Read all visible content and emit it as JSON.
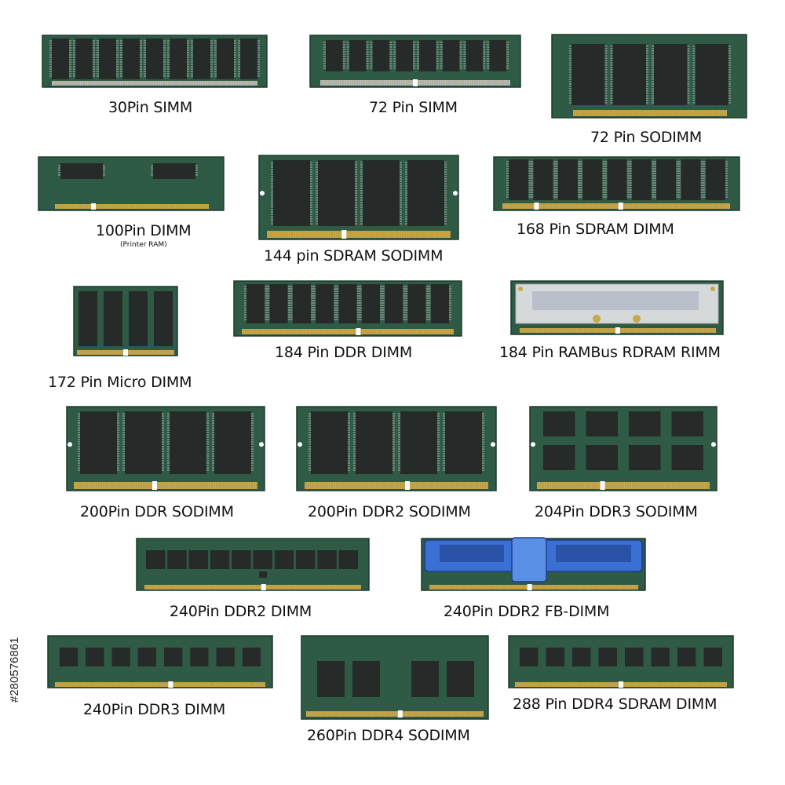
{
  "modules": [
    {
      "label": "30Pin SIMM"
    },
    {
      "label": "72 Pin SIMM"
    },
    {
      "label": "72 Pin SODIMM"
    },
    {
      "label": "100Pin DIMM",
      "sublabel": "(Printer RAM)"
    },
    {
      "label": "144 pin SDRAM SODIMM"
    },
    {
      "label": "168 Pin SDRAM DIMM"
    },
    {
      "label": "172 Pin Micro DIMM"
    },
    {
      "label": "184 Pin DDR DIMM"
    },
    {
      "label": "184 Pin RAMBus RDRAM RIMM"
    },
    {
      "label": "200Pin DDR SODIMM"
    },
    {
      "label": "200Pin DDR2 SODIMM"
    },
    {
      "label": "204Pin DDR3 SODIMM"
    },
    {
      "label": "240Pin DDR2 DIMM"
    },
    {
      "label": "240Pin DDR2 FB-DIMM"
    },
    {
      "label": "240Pin DDR3 DIMM"
    },
    {
      "label": "260Pin DDR4 SODIMM"
    },
    {
      "label": "288 Pin DDR4 SDRAM DIMM"
    }
  ],
  "stock_id": "#280576861",
  "colors": {
    "pcb": "#2f5a45",
    "pcb_border": "#1d3b2c",
    "chip": "#262a28",
    "contacts": "#c9a84a",
    "silver_contacts": "#b8bcb8",
    "rambus_heatspreader": "#d6d9da",
    "fb_heatspreader": "#3a6fd4"
  }
}
